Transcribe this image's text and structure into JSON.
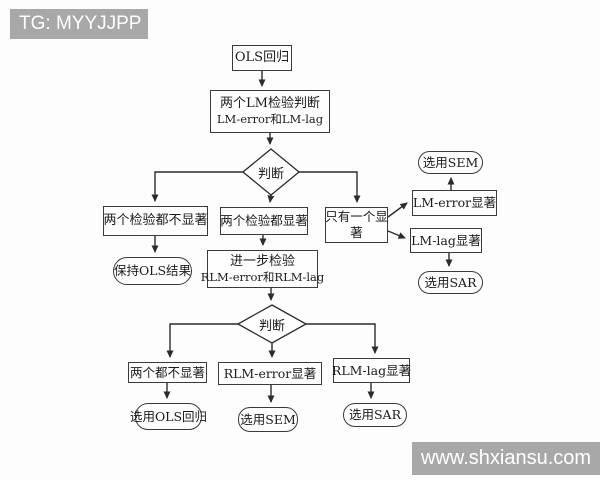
{
  "badges": {
    "tg": "TG: MYYJJPP",
    "site": "www.shxiansu.com"
  },
  "colors": {
    "badge_bg": "#a8a8a8",
    "badge_text": "#ffffff",
    "line": "#2c2c2c",
    "node_border": "#3a3a3a",
    "node_fill": "#fefefe",
    "background": "#fdfdfd"
  },
  "flowchart": {
    "nodes": {
      "ols": {
        "label": "OLS回归"
      },
      "lm_test": {
        "line1": "两个LM检验判断",
        "line2": "LM-error和LM-lag"
      },
      "decision1": {
        "label": "判断"
      },
      "both_insig": {
        "label": "两个检验都不显著"
      },
      "keep_ols": {
        "label": "保持OLS结果"
      },
      "both_sig": {
        "label": "两个检验都显著"
      },
      "further_test": {
        "line1": "进一步检验",
        "line2": "RLM-error和RLM-lag"
      },
      "only_one_sig": {
        "line1": "只有一个显",
        "line2": "著"
      },
      "lm_error_sig": {
        "label": "LM-error显著"
      },
      "use_sem_top": {
        "label": "选用SEM"
      },
      "lm_lag_sig": {
        "label": "LM-lag显著"
      },
      "use_sar_top": {
        "label": "选用SAR"
      },
      "decision2": {
        "label": "判断"
      },
      "both_insig2": {
        "label": "两个都不显著"
      },
      "use_ols": {
        "label": "选用OLS回归"
      },
      "rlm_error_sig": {
        "label": "RLM-error显著"
      },
      "use_sem_bottom": {
        "label": "选用SEM"
      },
      "rlm_lag_sig": {
        "label": "RLM-lag显著"
      },
      "use_sar_bottom": {
        "label": "选用SAR"
      }
    }
  }
}
